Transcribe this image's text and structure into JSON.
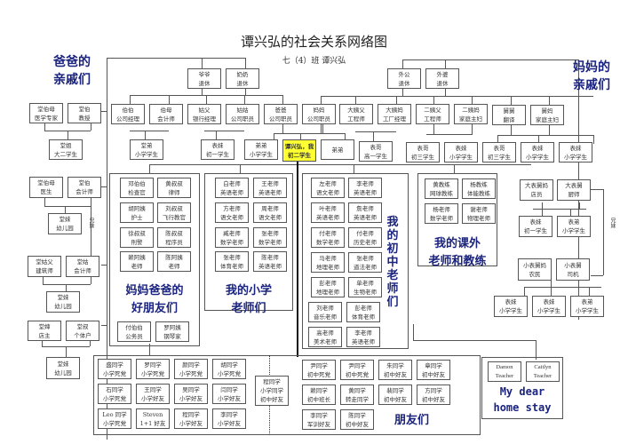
{
  "title": "谭兴弘的社会关系网络图",
  "subtitle": "七（4）班 谭兴弘",
  "group_labels": {
    "dad_relatives": [
      "爸爸的",
      "亲戚们"
    ],
    "mom_relatives": [
      "妈妈的",
      "亲戚们"
    ],
    "parents_friends": [
      "妈妈爸爸的",
      "好朋友们"
    ],
    "primary_teachers": [
      "我的小学",
      "老师们"
    ],
    "middle_teachers": "我的初中老师们",
    "extra_teachers": [
      "我的课外",
      "老师和教练"
    ],
    "friends": "朋友们",
    "homestay": [
      "My dear",
      "home stay"
    ],
    "siblings_note": "兄妹"
  },
  "nodes": {
    "grandpa": [
      "爷爷",
      "退休"
    ],
    "grandma": [
      "奶奶",
      "退休"
    ],
    "uncle_bo": [
      "伯伯",
      "公司经理"
    ],
    "aunt_bomu": [
      "伯母",
      "会计师"
    ],
    "gufu": [
      "姑父",
      "银行经理"
    ],
    "gugu": [
      "姑姑",
      "公司职员"
    ],
    "dad": [
      "爸爸",
      "公司职员"
    ],
    "mom": [
      "妈妈",
      "公司职员"
    ],
    "tang_brother_1": [
      "堂弟",
      "小学学生"
    ],
    "biao_sister_1": [
      "表妹",
      "初一学生"
    ],
    "brother_di": [
      "弟弟",
      "小学学生"
    ],
    "me": [
      "谭兴弘，我",
      "初二学生"
    ],
    "brother_di2": [
      "弟弟",
      ""
    ],
    "waigong": [
      "外公",
      "退休"
    ],
    "waipo": [
      "外婆",
      "退休"
    ],
    "dayifu": [
      "大姨父",
      "工程师"
    ],
    "dayima": [
      "大姨妈",
      "工厂经理"
    ],
    "eryifu": [
      "二姨父",
      "工程师"
    ],
    "eryima": [
      "二姨妈",
      "家庭主妇"
    ],
    "jiujiu": [
      "舅舅",
      "翻译"
    ],
    "jiuma": [
      "舅妈",
      "家庭主妇"
    ],
    "biaoge_1": [
      "表哥",
      "高一学生"
    ],
    "biaoge_2": [
      "表哥",
      "初三学生"
    ],
    "biaomei_2": [
      "表妹",
      "小学学生"
    ],
    "biaoge_3": [
      "表哥",
      "初三学生"
    ],
    "biaomei_3": [
      "表妹",
      "小学学生"
    ],
    "biaomei_4": [
      "表妹",
      "小学学生"
    ],
    "tang_bomu": [
      "堂伯母",
      "医学专家"
    ],
    "tang_bo": [
      "堂伯",
      "教授"
    ],
    "tang_jie": [
      "堂姐",
      "大二学生"
    ],
    "tang_bomu2": [
      "堂伯母",
      "医生"
    ],
    "tang_bo2": [
      "堂伯",
      "会计师"
    ],
    "tang_mei_1": [
      "堂妹",
      "幼儿园"
    ],
    "tang_gufu": [
      "堂姑父",
      "建筑师"
    ],
    "tang_gu": [
      "堂姑",
      "会计师"
    ],
    "tang_mei_2": [
      "堂妹",
      "幼儿园"
    ],
    "tang_shen": [
      "堂婶",
      "店主"
    ],
    "tang_shu": [
      "堂叔",
      "个体户"
    ],
    "tang_mei_3": [
      "堂妹",
      "幼儿园"
    ],
    "da_biaojiuma": [
      "大表舅妈",
      "店员"
    ],
    "da_biaojiu": [
      "大表舅",
      "厨师"
    ],
    "biaomei_5": [
      "表妹",
      "初一学生"
    ],
    "biaodi_1": [
      "表弟",
      "小学学生"
    ],
    "xiao_biaojiuma": [
      "小表舅妈",
      "农民"
    ],
    "xiao_biaojiu": [
      "小表舅",
      "司机"
    ],
    "biaomei_6": [
      "表妹",
      "小学学生"
    ],
    "biaomei_7": [
      "表妹",
      "小学学生"
    ],
    "biaodi_2": [
      "表弟",
      "小学学生"
    ]
  },
  "parents_friends": [
    [
      "邓伯伯",
      "检查官"
    ],
    [
      "黄叔叔",
      "律师"
    ],
    [
      "胡阿姨",
      "护士"
    ],
    [
      "刘叔叔",
      "飞行教官"
    ],
    [
      "徐叔叔",
      "刑警"
    ],
    [
      "陈叔叔",
      "程序员"
    ],
    [
      "赖阿姨",
      "老师"
    ],
    [
      "陈阿姨",
      "老师"
    ],
    [
      "付伯伯",
      "公务员"
    ],
    [
      "罗阿姨",
      "钢琴家"
    ]
  ],
  "primary_teachers": [
    [
      "白老师",
      "英语老师"
    ],
    [
      "王老师",
      "英语老师"
    ],
    [
      "方老师",
      "语文老师"
    ],
    [
      "周老师",
      "语文老师"
    ],
    [
      "臧老师",
      "数学老师"
    ],
    [
      "张老师",
      "数学老师"
    ],
    [
      "张老师",
      "体育老师"
    ],
    [
      "陈老师",
      "英语老师"
    ]
  ],
  "middle_teachers": [
    [
      "左老师",
      "语文老师"
    ],
    [
      "李老师",
      "英语老师"
    ],
    [
      "叶老师",
      "英语老师"
    ],
    [
      "詹老师",
      "英语老师"
    ],
    [
      "付老师",
      "数学老师"
    ],
    [
      "付老师",
      "历史老师"
    ],
    [
      "马老师",
      "地理老师"
    ],
    [
      "张老师",
      "道法老师"
    ],
    [
      "彭老师",
      "地理老师"
    ],
    [
      "单老师",
      "生物老师"
    ],
    [
      "刘老师",
      "音乐老师"
    ],
    [
      "彭老师",
      "体育老师"
    ],
    [
      "高老师",
      "美术老师"
    ],
    [
      "李老师",
      "英语老师"
    ]
  ],
  "extra_teachers": [
    [
      "黄教练",
      "网球教练"
    ],
    [
      "杨教练",
      "体能教练"
    ],
    [
      "杨老师",
      "数学老师"
    ],
    [
      "谢老师",
      "物理老师"
    ]
  ],
  "primary_friends": [
    [
      "盛同学",
      "小学死党"
    ],
    [
      "罗同学",
      "小学死党"
    ],
    [
      "颜同学",
      "小学死党"
    ],
    [
      "胡同学",
      "小学死党"
    ],
    [
      "石同学",
      "小学死党"
    ],
    [
      "王同学",
      "小学好友"
    ],
    [
      "吴同学",
      "小学好友"
    ],
    [
      "闫同学",
      "小学好友"
    ],
    [
      "Leo 同学",
      "小学死党"
    ],
    [
      "Steven",
      "1+1 好友"
    ],
    [
      "程同学",
      "小学好友"
    ],
    [
      "李同学",
      "小学好友"
    ]
  ],
  "bridge_friend": [
    "程同学",
    "小学同学",
    "初中好友"
  ],
  "middle_friends": [
    [
      "尹同学",
      "初中死党"
    ],
    [
      "尹同学",
      "初中死党"
    ],
    [
      "朱同学",
      "初中好友"
    ],
    [
      "章同学",
      "初中好友"
    ],
    [
      "赖同学",
      "初中班长"
    ],
    [
      "黄同学",
      "转走同学"
    ],
    [
      "裴同学",
      "初中好友"
    ],
    [
      "方同学",
      "初中好友"
    ],
    [
      "李同学",
      "军训好友"
    ],
    [
      "陈同学",
      "初中好友"
    ]
  ],
  "homestay": [
    [
      "Damon",
      "Teacher"
    ],
    [
      "Caitlyn",
      "Teacher"
    ]
  ],
  "colors": {
    "highlight": "#ffff33",
    "label_blue": "#1a237e",
    "border": "#555555"
  }
}
